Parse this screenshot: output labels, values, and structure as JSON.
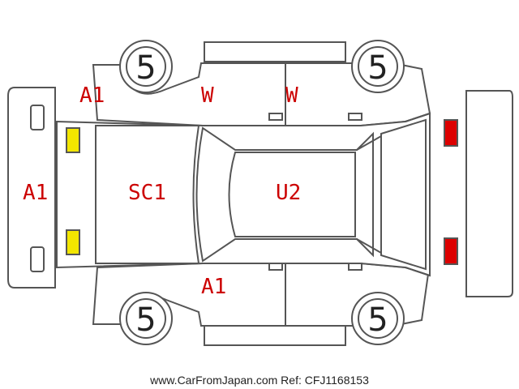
{
  "diagram": {
    "tires": {
      "front_left": "5",
      "rear_left": "5",
      "front_right": "5",
      "rear_right": "5"
    },
    "damage_codes": {
      "front_bumper": "A1",
      "left_front_quarter": "A1",
      "left_pillar": "W",
      "right_pillar": "W",
      "hood": "SC1",
      "roof": "U2",
      "right_front_door": "A1"
    },
    "colors": {
      "code_text": "#cc0000",
      "headlight_fill": "#f2e600",
      "taillight_fill": "#dd0000",
      "outline": "#555555"
    }
  },
  "footer": {
    "watermark": "www.CarFromJapan.com Ref: CFJ1168153"
  }
}
